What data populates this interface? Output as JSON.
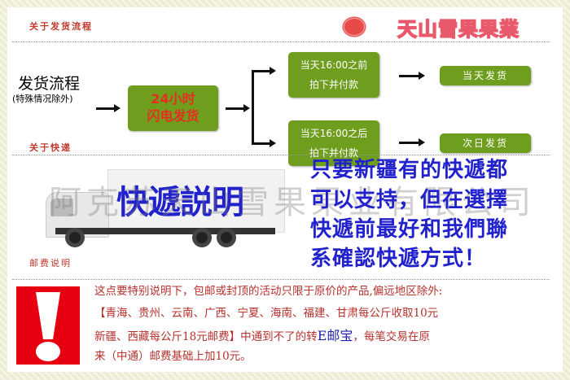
{
  "header": {
    "section_title": "关于发货流程",
    "brand": "天山雪果果業"
  },
  "flow": {
    "title": "发货流程",
    "subtitle": "(特殊情况除外)",
    "main_box": [
      "24小时",
      "闪电发货"
    ],
    "before": [
      "当天16:00之前",
      "拍下并付款"
    ],
    "after": [
      "当天16:00之后",
      "拍下并付款"
    ],
    "result_before": "当天发货",
    "result_after": "次日发货"
  },
  "express": {
    "section_title": "关于快递",
    "truck_label": "快遞説明",
    "lines": [
      "只要新疆有的快遞都",
      "可以支持，但在選擇",
      "快遞前最好和我們聯",
      "系確認快遞方式！"
    ],
    "watermark": "阿克苏天山雪果果业有限公司"
  },
  "postage": {
    "section_title": "邮费说明",
    "line1": "这点要特别说明下，包邮或封顶的活动只限于原价的产品,偏远地区除外:",
    "line2": "【青海、贵州、云南、广西、宁夏、海南、福建、甘肃每公斤收取10元",
    "line3a": "新疆、西藏每公斤18元邮费】中通到不了的转",
    "line3b": "E邮宝",
    "line3c": "，每笔交易在原",
    "line4": "来（中通）邮费基础上加10元。"
  },
  "colors": {
    "green": "#6f9e1e",
    "red": "#e60012",
    "blue": "#2222cc"
  }
}
